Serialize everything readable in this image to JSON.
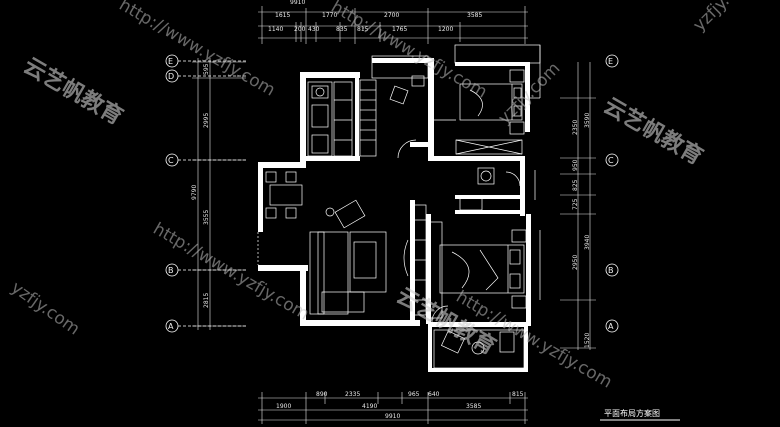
{
  "title": "平面布局方案图",
  "grid_labels": {
    "E": "E",
    "D": "D",
    "C": "C",
    "B": "B",
    "A": "A"
  },
  "top_dims_row1": [
    "1615",
    "1770",
    "2700",
    "3585"
  ],
  "top_dims_row2": [
    "1140",
    "200",
    "430",
    "835",
    "815",
    "1765",
    "1200"
  ],
  "top_total": "9910",
  "bottom_dims_row1": [
    "890",
    "2335",
    "965",
    "640",
    "815"
  ],
  "bottom_dims_row2": [
    "1900",
    "4190",
    "3585"
  ],
  "bottom_total": "9910",
  "left_dims": [
    "595",
    "2995",
    "3555",
    "2815"
  ],
  "left_total": "9790",
  "right_dims_inner": [
    "2350",
    "950",
    "825",
    "725",
    "2950"
  ],
  "right_dims_outer": [
    "3590",
    "3940",
    "1520"
  ],
  "watermark_url": "http://www.yzfjy.com",
  "watermark_url_short": "yzfjy.com",
  "watermark_brand": "云艺帆教育",
  "colors": {
    "background": "#000000",
    "lines": "#ffffff",
    "dim": "#e8e8e8"
  }
}
